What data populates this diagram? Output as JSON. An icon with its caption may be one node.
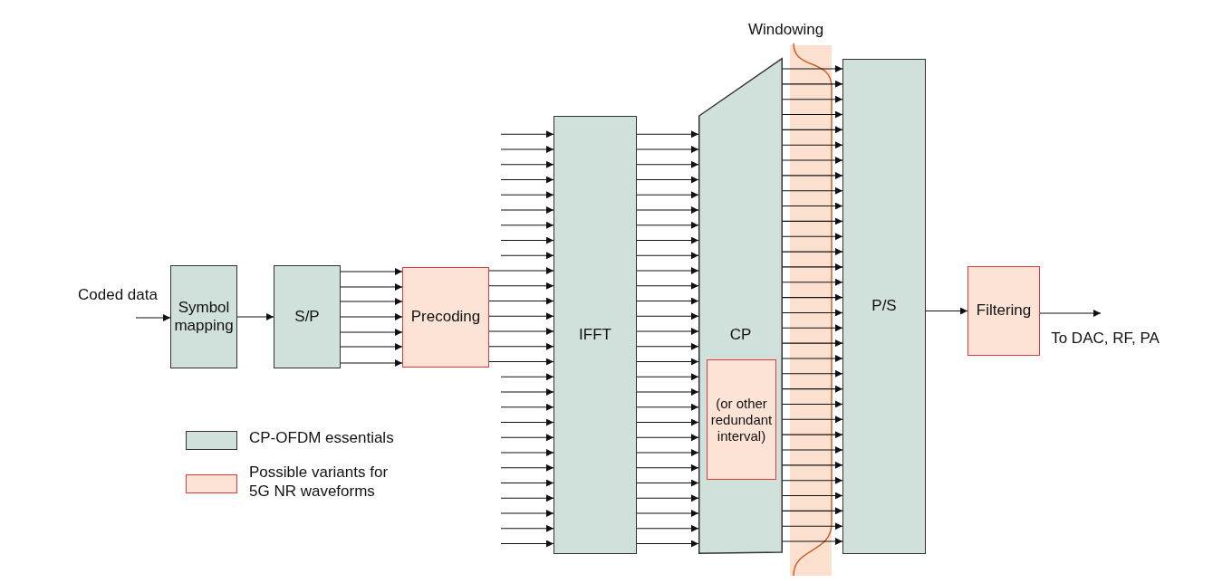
{
  "diagram": {
    "nodes": [
      {
        "text": [
          "Coded data"
        ]
      },
      {
        "text": [
          "Symbol mapping"
        ]
      },
      {
        "text": [
          "S/P"
        ]
      },
      {
        "text": [
          "Precoding"
        ]
      },
      {
        "text": [
          "IFFT"
        ]
      },
      {
        "text": [
          "CP"
        ]
      },
      {
        "text": [
          "(or other redundant interval)"
        ],
        "in": 5
      },
      {
        "text": [
          "P/S"
        ]
      },
      {
        "text": [
          "Filtering"
        ]
      },
      {
        "text": [
          "To DAC, RF, PA"
        ]
      }
    ],
    "edges": [
      {
        "from": 0,
        "to": 1,
        "arrow": "to"
      },
      {
        "from": 1,
        "to": 2,
        "arrow": "to"
      },
      {
        "from": 2,
        "to": 3,
        "arrow": "to"
      },
      {
        "from": 2,
        "to": 3,
        "arrow": "to"
      },
      {
        "from": 2,
        "to": 3,
        "arrow": "to"
      },
      {
        "from": 2,
        "to": 3,
        "arrow": "to"
      },
      {
        "from": 2,
        "to": 3,
        "arrow": "to"
      },
      {
        "from": 2,
        "to": 3,
        "arrow": "to"
      },
      {
        "from": 2,
        "to": 3,
        "arrow": "to"
      },
      {
        "from": null,
        "to": 4,
        "arrow": "to"
      },
      {
        "from": null,
        "to": 4,
        "arrow": "to"
      },
      {
        "from": null,
        "to": 4,
        "arrow": "to"
      },
      {
        "from": null,
        "to": 4,
        "arrow": "to"
      },
      {
        "from": null,
        "to": 4,
        "arrow": "to"
      },
      {
        "from": null,
        "to": 4,
        "arrow": "to"
      },
      {
        "from": null,
        "to": 4,
        "arrow": "to"
      },
      {
        "from": null,
        "to": 4,
        "arrow": "to"
      },
      {
        "from": null,
        "to": 4,
        "arrow": "to"
      },
      {
        "from": 3,
        "to": 4,
        "arrow": "to"
      },
      {
        "from": 3,
        "to": 4,
        "arrow": "to"
      },
      {
        "from": 3,
        "to": 4,
        "arrow": "to"
      },
      {
        "from": 3,
        "to": 4,
        "arrow": "to"
      },
      {
        "from": 3,
        "to": 4,
        "arrow": "to"
      },
      {
        "from": 3,
        "to": 4,
        "arrow": "to"
      },
      {
        "from": 3,
        "to": 4,
        "arrow": "to"
      },
      {
        "from": null,
        "to": 4,
        "arrow": "to"
      },
      {
        "from": null,
        "to": 4,
        "arrow": "to"
      },
      {
        "from": null,
        "to": 4,
        "arrow": "to"
      },
      {
        "from": null,
        "to": 4,
        "arrow": "to"
      },
      {
        "from": null,
        "to": 4,
        "arrow": "to"
      },
      {
        "from": null,
        "to": 4,
        "arrow": "to"
      },
      {
        "from": null,
        "to": 4,
        "arrow": "to"
      },
      {
        "from": null,
        "to": 4,
        "arrow": "to"
      },
      {
        "from": null,
        "to": 4,
        "arrow": "to"
      },
      {
        "from": null,
        "to": 4,
        "arrow": "to"
      },
      {
        "from": null,
        "to": 4,
        "arrow": "to"
      },
      {
        "from": null,
        "to": 4,
        "arrow": "to"
      },
      {
        "from": 4,
        "to": 5,
        "arrow": "to"
      },
      {
        "from": 4,
        "to": 5,
        "arrow": "to"
      },
      {
        "from": 4,
        "to": 5,
        "arrow": "to"
      },
      {
        "from": 4,
        "to": 5,
        "arrow": "to"
      },
      {
        "from": 4,
        "to": 5,
        "arrow": "to"
      },
      {
        "from": 4,
        "to": 5,
        "arrow": "to"
      },
      {
        "from": 4,
        "to": 5,
        "arrow": "to"
      },
      {
        "from": 4,
        "to": 5,
        "arrow": "to"
      },
      {
        "from": 4,
        "to": 5,
        "arrow": "to"
      },
      {
        "from": 4,
        "to": 5,
        "arrow": "to"
      },
      {
        "from": 4,
        "to": 5,
        "arrow": "to"
      },
      {
        "from": 4,
        "to": 5,
        "arrow": "to"
      },
      {
        "from": 4,
        "to": 5,
        "arrow": "to"
      },
      {
        "from": 4,
        "to": 5,
        "arrow": "to"
      },
      {
        "from": 4,
        "to": 5,
        "arrow": "to"
      },
      {
        "from": 4,
        "to": 5,
        "arrow": "to"
      },
      {
        "from": 4,
        "to": 5,
        "arrow": "to"
      },
      {
        "from": 4,
        "to": 5,
        "arrow": "to"
      },
      {
        "from": 4,
        "to": 5,
        "arrow": "to"
      },
      {
        "from": 4,
        "to": 5,
        "arrow": "to"
      },
      {
        "from": 4,
        "to": 5,
        "arrow": "to"
      },
      {
        "from": 4,
        "to": 5,
        "arrow": "to"
      },
      {
        "from": 4,
        "to": 5,
        "arrow": "to"
      },
      {
        "from": 4,
        "to": 5,
        "arrow": "to"
      },
      {
        "from": 4,
        "to": 5,
        "arrow": "to"
      },
      {
        "from": 4,
        "to": 5,
        "arrow": "to"
      },
      {
        "from": 4,
        "to": 5,
        "arrow": "to"
      },
      {
        "from": 4,
        "to": 5,
        "arrow": "to"
      },
      {
        "from": 5,
        "to": 7,
        "arrow": "to"
      },
      {
        "from": 5,
        "to": 7,
        "arrow": "to"
      },
      {
        "from": 5,
        "to": 7,
        "arrow": "to"
      },
      {
        "from": 5,
        "to": 7,
        "arrow": "to"
      },
      {
        "from": 5,
        "to": 7,
        "arrow": "to"
      },
      {
        "from": 5,
        "to": 7,
        "arrow": "to"
      },
      {
        "from": 5,
        "to": 7,
        "arrow": "to"
      },
      {
        "from": 5,
        "to": 7,
        "arrow": "to"
      },
      {
        "from": 5,
        "to": 7,
        "arrow": "to"
      },
      {
        "from": 5,
        "to": 7,
        "arrow": "to"
      },
      {
        "from": 5,
        "to": 7,
        "arrow": "to"
      },
      {
        "from": 5,
        "to": 7,
        "arrow": "to"
      },
      {
        "from": 5,
        "to": 7,
        "arrow": "to"
      },
      {
        "from": 5,
        "to": 7,
        "arrow": "to"
      },
      {
        "from": 5,
        "to": 7,
        "arrow": "to"
      },
      {
        "from": 5,
        "to": 7,
        "arrow": "to"
      },
      {
        "from": 5,
        "to": 7,
        "arrow": "to"
      },
      {
        "from": 5,
        "to": 7,
        "arrow": "to"
      },
      {
        "from": 5,
        "to": 7,
        "arrow": "to"
      },
      {
        "from": 5,
        "to": 7,
        "arrow": "to"
      },
      {
        "from": 5,
        "to": 7,
        "arrow": "to"
      },
      {
        "from": 5,
        "to": 7,
        "arrow": "to"
      },
      {
        "from": 5,
        "to": 7,
        "arrow": "to"
      },
      {
        "from": 5,
        "to": 7,
        "arrow": "to"
      },
      {
        "from": 5,
        "to": 7,
        "arrow": "to"
      },
      {
        "from": 5,
        "to": 7,
        "arrow": "to"
      },
      {
        "from": 5,
        "to": 7,
        "arrow": "to"
      },
      {
        "from": 5,
        "to": 7,
        "arrow": "to"
      },
      {
        "from": 5,
        "to": 7,
        "arrow": "to"
      },
      {
        "from": 5,
        "to": 7,
        "arrow": "to"
      },
      {
        "from": 5,
        "to": 7,
        "arrow": "to"
      },
      {
        "from": 5,
        "to": 7,
        "arrow": "to"
      },
      {
        "from": 7,
        "to": 8,
        "arrow": "to"
      },
      {
        "from": 8,
        "to": 9,
        "arrow": "to"
      }
    ],
    "labels": [
      "Windowing"
    ],
    "legend": [
      {
        "text": "CP-OFDM essentials",
        "color": "#d0e0da"
      },
      {
        "text": "Possible variants for 5G NR waveforms",
        "color": "#fde3d6"
      }
    ]
  }
}
